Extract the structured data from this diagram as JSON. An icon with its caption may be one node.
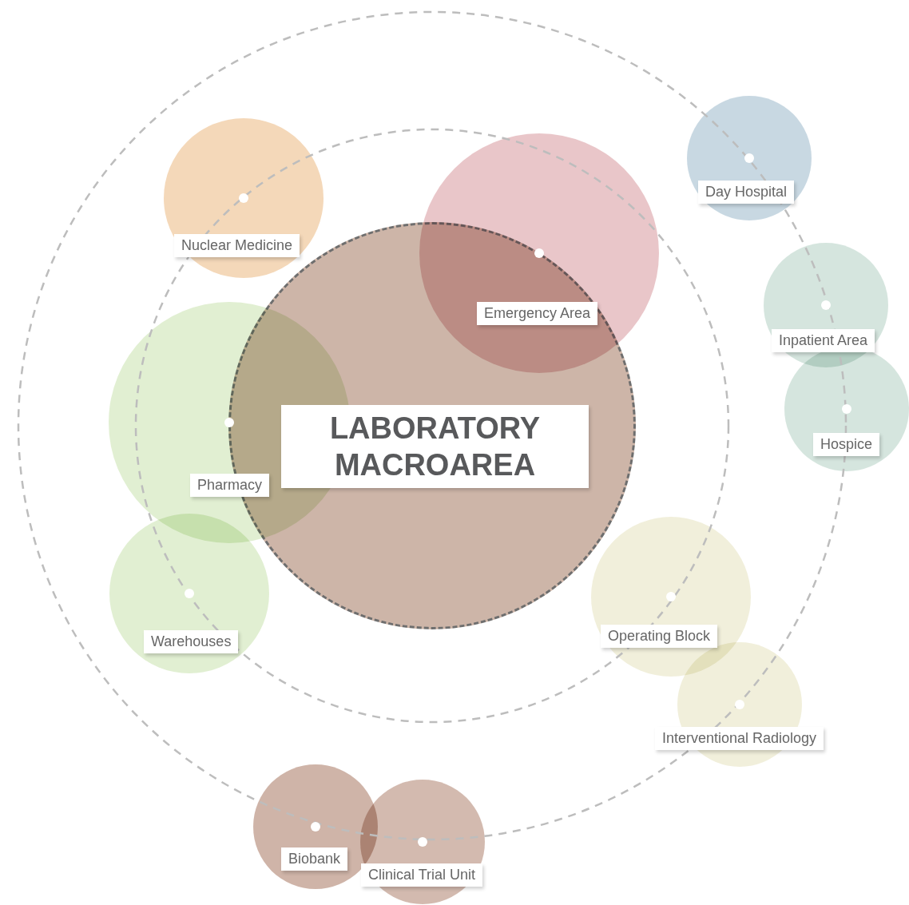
{
  "diagram": {
    "nodes": [
      {
        "text": [
          "LABORATORY MACROAREA"
        ]
      },
      {
        "text": [
          "Nuclear Medicine"
        ]
      },
      {
        "text": [
          "Emergency Area"
        ]
      },
      {
        "text": [
          "Day Hospital"
        ]
      },
      {
        "text": [
          "Inpatient Area"
        ]
      },
      {
        "text": [
          "Hospice"
        ]
      },
      {
        "text": [
          "Pharmacy"
        ]
      },
      {
        "text": [
          "Warehouses"
        ]
      },
      {
        "text": [
          "Operating Block"
        ]
      },
      {
        "text": [
          "Interventional Radiology"
        ]
      },
      {
        "text": [
          "Biobank"
        ]
      },
      {
        "text": [
          "Clinical Trial Unit"
        ]
      }
    ]
  }
}
